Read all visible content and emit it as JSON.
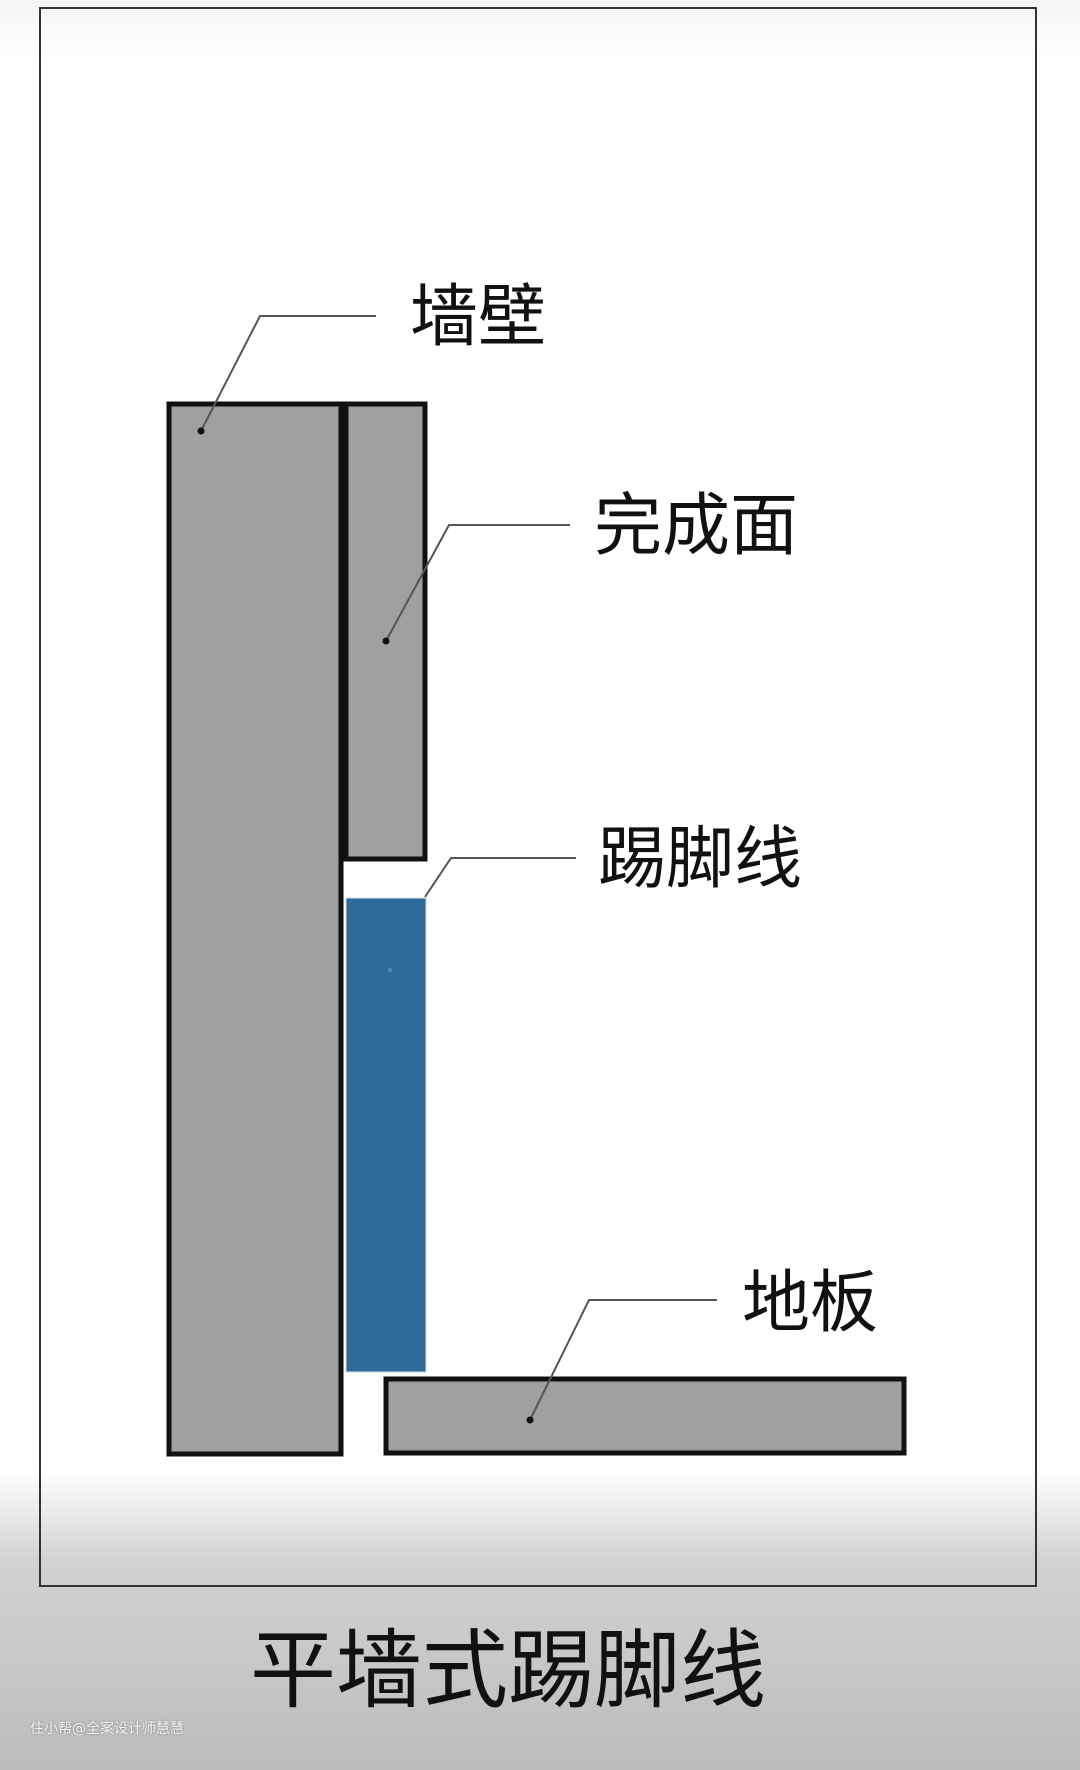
{
  "labels": {
    "wall": "墙壁",
    "finish_surface": "完成面",
    "skirting": "踢脚线",
    "floor": "地板"
  },
  "title": "平墙式踢脚线",
  "watermark": "住小帮@全案设计师慧慧",
  "colors": {
    "gray_fill": "#a0a0a0",
    "skirting_fill": "#2f6b9a",
    "outline": "#111111"
  }
}
